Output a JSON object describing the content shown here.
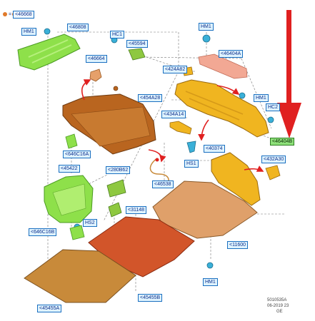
{
  "legend": {
    "symbol": "=",
    "code": "<46668"
  },
  "labels": {
    "l46808": "<46808",
    "hm1_top_left": "HM1",
    "hm1_top": "HM1",
    "hc1": "HC1",
    "l45594": "<45594",
    "l46404a": "<46404A",
    "l46664": "<46664",
    "l424a82": "<424A82",
    "l454a28": "<454A28",
    "hm1_right": "HM1",
    "hc2": "HC2",
    "l434a14": "<434A14",
    "l46404b": "<46404B",
    "l646c16a": "<646C16A",
    "l40374": "<40374",
    "l432a30": "<432A30",
    "hs1": "HS1",
    "l45422": "<45422",
    "l280b62": "<280B62",
    "l46538": "<46538",
    "l31148": "<31148",
    "hs2": "HS2",
    "l646c16b": "<646C16B",
    "l11600": "<11600",
    "hm1_bottom": "HM1",
    "l45455b": "<45455B",
    "l45455a": "<45455A"
  },
  "meta": {
    "line1": "5010535A",
    "line2": "06-2019 23",
    "line3": "GE"
  },
  "colors": {
    "label_bg": "#dff3ff",
    "label_border": "#1a6fc0",
    "highlight_label_bg": "#8ee07a",
    "arrow_red": "#e02020",
    "part_brown": "#b9651f",
    "part_yellow": "#f0b520",
    "part_green": "#8ee04a",
    "part_salmon": "#f2a894",
    "part_tan": "#dfa06a",
    "part_rust": "#d2552a",
    "part_ochre": "#c88a3a"
  }
}
